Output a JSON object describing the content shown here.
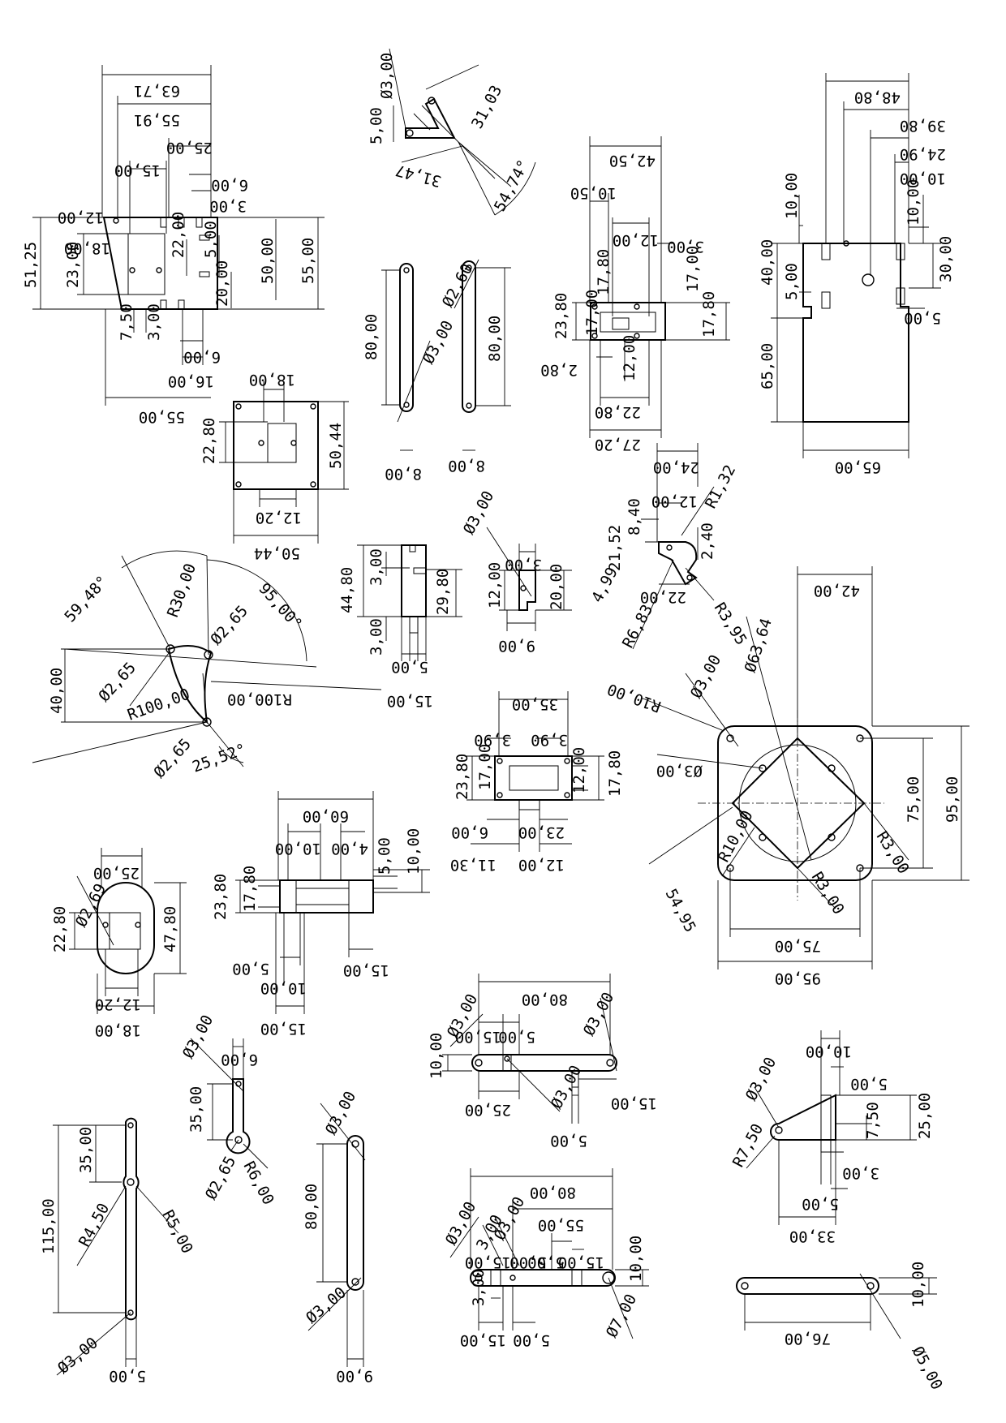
{
  "labels": {
    "a1": "63,71",
    "a2": "55,91",
    "a3": "25,00",
    "a4": "15,00",
    "a5": "6,00",
    "a6": "3,00",
    "a7": "12,00",
    "a8": "18,00",
    "a9": "22,00",
    "a10": "5,00",
    "a11": "51,25",
    "a12": "23,00",
    "a13": "50,00",
    "a14": "55,00",
    "a15": "20,00",
    "a16": "7,50",
    "a17": "3,00",
    "a18": "6,00",
    "a19": "16,00",
    "a20": "55,00",
    "b1": "Ø3,00",
    "b2": "5,00",
    "b3": "31,47",
    "b4": "31,03",
    "b5": "54,74°",
    "c1": "42,50",
    "c2": "10,50",
    "c3": "12,00",
    "c4": "3,00",
    "c5": "17,80",
    "c6": "17,00",
    "c7": "23,80",
    "c8": "17,00",
    "c9": "17,80",
    "c10": "2,80",
    "c11": "12,00",
    "c12": "22,80",
    "c13": "27,20",
    "d1": "48,80",
    "d2": "39,80",
    "d3": "24,90",
    "d4": "10,00",
    "d5": "10,00",
    "d6": "30,00",
    "d7": "5,00",
    "d8": "40,00",
    "d9": "5,00",
    "d10": "10,00",
    "d11": "65,00",
    "d12": "65,00",
    "e1": "18,00",
    "e2": "22,80",
    "e3": "50,44",
    "e4": "12,20",
    "e5": "50,44",
    "f1": "80,00",
    "f2": "Ø3,00",
    "f3": "8,00",
    "f4": "Ø2,60",
    "f5": "80,00",
    "f6": "8,00",
    "g1": "24,00",
    "g2": "12,00",
    "g3": "R1,32",
    "g4": "8,40",
    "g5": "21,52",
    "g6": "2,40",
    "g7": "4,99",
    "g8": "R3,95",
    "g9": "22,00",
    "g10": "R6,83",
    "h1": "59,48°",
    "h2": "95,00°",
    "h3": "R30,00",
    "h4": "Ø2,65",
    "h5": "Ø2,65",
    "h6": "40,00",
    "h7": "R100,00",
    "h8": "R100,00",
    "h9": "Ø2,65",
    "h10": "25,52°",
    "i1": "3,00",
    "i2": "44,80",
    "i3": "29,80",
    "i4": "3,00",
    "i5": "5,00",
    "i6": "15,00",
    "j1": "Ø3,00",
    "j2": "3,00",
    "j3": "12,00",
    "j4": "20,00",
    "j5": "9,00",
    "k1": "35,00",
    "k2": "3,90",
    "k3": "3,90",
    "k4": "23,80",
    "k5": "17,00",
    "k6": "12,00",
    "k7": "17,80",
    "k8": "6,00",
    "k9": "23,00",
    "k10": "11,30",
    "k11": "12,00",
    "l1": "42,00",
    "l2": "Ø63,64",
    "l3": "Ø3,00",
    "l4": "R10,00",
    "l5": "Ø3,00",
    "l6": "75,00",
    "l7": "95,00",
    "l8": "R10,00",
    "l9": "R3,00",
    "l10": "R3,00",
    "l11": "54,95",
    "l12": "75,00",
    "l13": "95,00",
    "m1": "25,00",
    "m2": "Ø2,69",
    "m3": "22,80",
    "m4": "47,80",
    "m5": "12,20",
    "m6": "18,00",
    "n1": "60,00",
    "n2": "10,00",
    "n3": "4,00",
    "n4": "5,00",
    "n5": "10,00",
    "n6": "23,80",
    "n7": "17,80",
    "n8": "5,00",
    "n9": "10,00",
    "n10": "15,00",
    "n11": "15,00",
    "o1": "80,00",
    "o2": "Ø3,00",
    "o3": "5,00",
    "o4": "15,00",
    "o5": "10,00",
    "o6": "Ø3,00",
    "o7": "Ø3,00",
    "o8": "25,00",
    "o9": "15,00",
    "o10": "5,00",
    "p1": "Ø3,00",
    "p2": "6,00",
    "p3": "35,00",
    "p4": "Ø2,65",
    "p5": "R6,00",
    "q1": "10,00",
    "q2": "5,00",
    "q3": "Ø3,00",
    "q4": "25,00",
    "q5": "7,50",
    "q6": "R7,50",
    "q7": "3,00",
    "q8": "5,00",
    "q9": "33,00",
    "r1": "35,00",
    "r2": "115,00",
    "r3": "R4,50",
    "r4": "R5,00",
    "r5": "Ø3,00",
    "r6": "5,00",
    "s1": "Ø3,00",
    "s2": "80,00",
    "s3": "Ø3,00",
    "s4": "9,00",
    "t1": "80,00",
    "t2": "55,00",
    "t3": "Ø3,00",
    "t4": "3,00",
    "t5": "Ø3,00",
    "t6": "15,00",
    "t7": "5,00",
    "t8": "5,00",
    "t9": "15,00",
    "t10": "10,00",
    "t11": "3,00",
    "t12": "15,00",
    "t13": "5,00",
    "t14": "Ø7,00",
    "u1": "10,00",
    "u2": "76,00",
    "u3": "Ø5,00"
  }
}
